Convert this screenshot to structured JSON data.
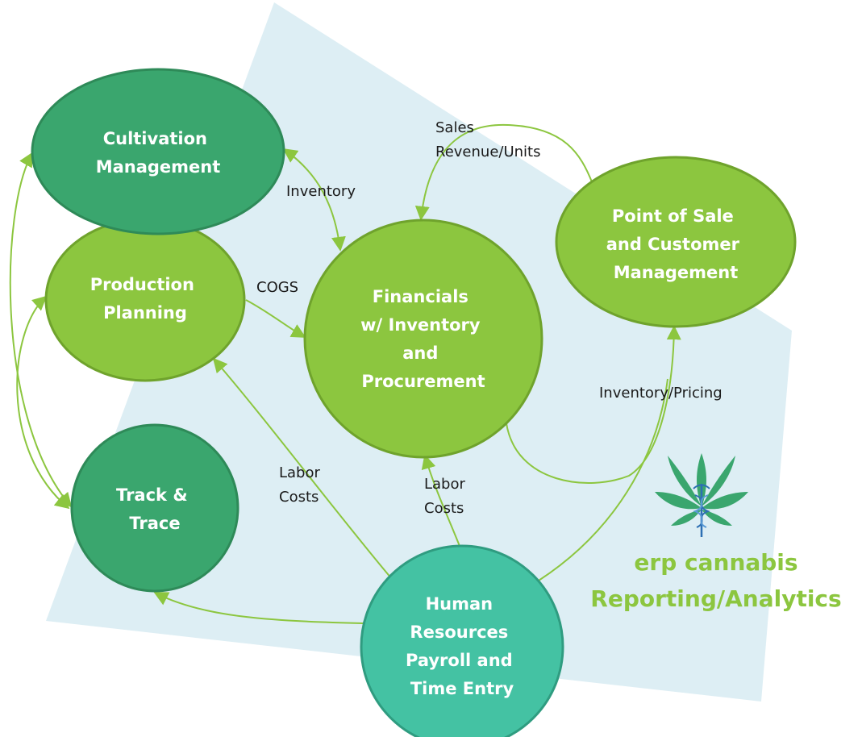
{
  "colors": {
    "background_shape": "#ddeef4",
    "dark_green": "#3aa66e",
    "lime_green": "#8cc63f",
    "teal": "#44c2a3",
    "stroke_dark": "#2e8a58",
    "stroke_lime": "#6fa32c",
    "stroke_teal": "#2f9c80",
    "brand_text": "#8cc63f"
  },
  "nodes": {
    "cultivation": {
      "lines": [
        "Cultivation",
        "Management"
      ]
    },
    "production": {
      "lines": [
        "Production",
        "Planning"
      ]
    },
    "track": {
      "lines": [
        "Track &",
        "Trace"
      ]
    },
    "financials": {
      "lines": [
        "Financials",
        "w/ Inventory",
        "and",
        "Procurement"
      ]
    },
    "pos": {
      "lines": [
        "Point of Sale",
        "and Customer",
        "Management"
      ]
    },
    "hr": {
      "lines": [
        "Human",
        "Resources",
        "Payroll and",
        "Time Entry"
      ]
    }
  },
  "edge_labels": {
    "sales": [
      "Sales",
      "Revenue/Units"
    ],
    "inventory": [
      "Inventory"
    ],
    "cogs": [
      "COGS"
    ],
    "labor_left": [
      "Labor",
      "Costs"
    ],
    "labor_mid": [
      "Labor",
      "Costs"
    ],
    "inventory_pricing": [
      "Inventory/Pricing"
    ]
  },
  "brand": {
    "logo_icon": "cannabis-leaf-caduceus-icon",
    "line1": "erp cannabis",
    "line2": "Reporting/Analytics"
  }
}
